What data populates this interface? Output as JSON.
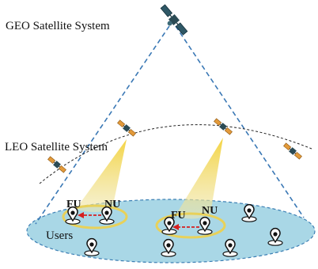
{
  "labels": {
    "geo": "GEO Satellite System",
    "leo": "LEO Satellite System",
    "users": "Users",
    "fu_left": "FU",
    "nu_left": "NU",
    "fu_right": "FU",
    "nu_right": "NU"
  },
  "colors": {
    "ground_fill": "#a9d7e6",
    "ground_stroke": "#3c7fb4",
    "coverage_line": "#3a78b5",
    "orbit_line": "#222222",
    "beam": "#f2df67",
    "cluster_ring": "#e8d15a",
    "arrow": "#d61f1f",
    "satellite_body": "#2b4b55",
    "leo_panel": "#e39a3a"
  },
  "icons": [
    "geo-satellite-icon",
    "leo-satellite-icon",
    "user-terminal-icon"
  ]
}
